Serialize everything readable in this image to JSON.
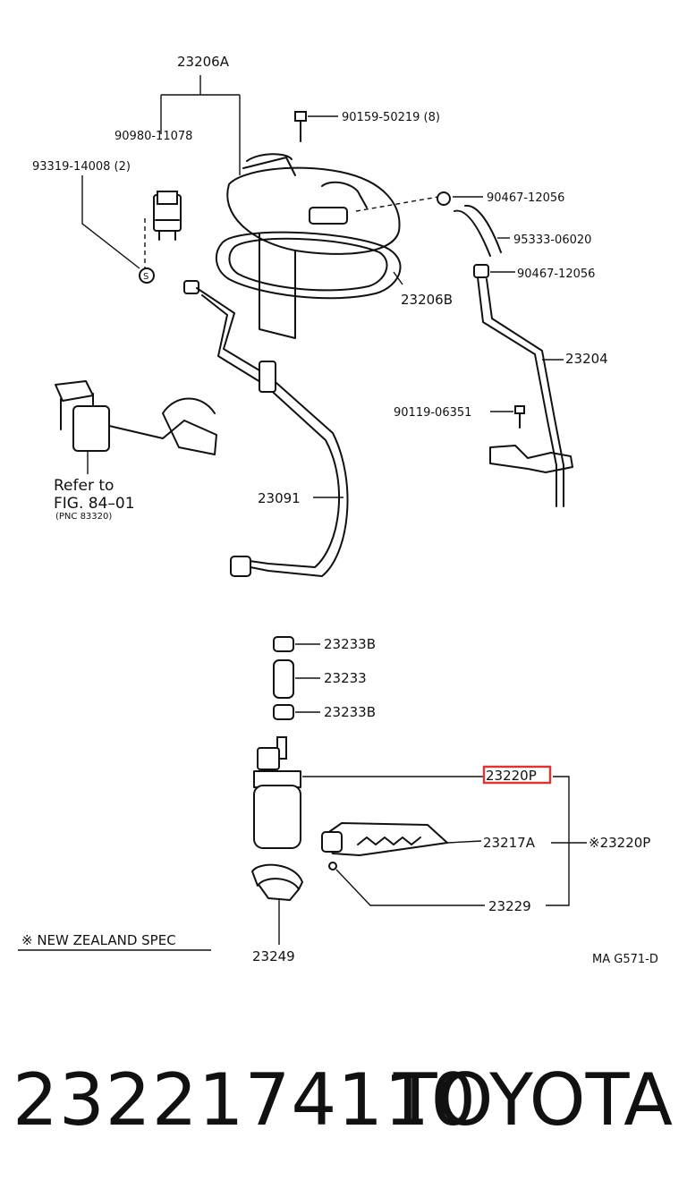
{
  "diagram": {
    "labels": {
      "l_23206A": "23206A",
      "l_90159": "90159-50219 (8)",
      "l_90980": "90980-11078",
      "l_93319": "93319-14008 (2)",
      "l_90467a": "90467-12056",
      "l_95333": "95333-06020",
      "l_90467b": "90467-12056",
      "l_23206B": "23206B",
      "l_23204": "23204",
      "l_90119": "90119-06351",
      "l_refer1": "Refer to",
      "l_refer2": "FIG. 84–01",
      "l_refer3": "(PNC 83320)",
      "l_23091": "23091",
      "l_23233Ba": "23233B",
      "l_23233": "23233",
      "l_23233Bb": "23233B",
      "l_23220P": "23220P",
      "l_23217A": "23217A",
      "l_23220Pnz": "※23220P",
      "l_23229": "23229",
      "l_23249": "23249",
      "l_nzspec": "※ NEW ZEALAND SPEC",
      "l_mag": "MA G571-D",
      "l_s": "S"
    },
    "highlight_color": "#d13a3a"
  },
  "footer": {
    "part_number": "2322174110",
    "brand": "TOYOTA"
  }
}
